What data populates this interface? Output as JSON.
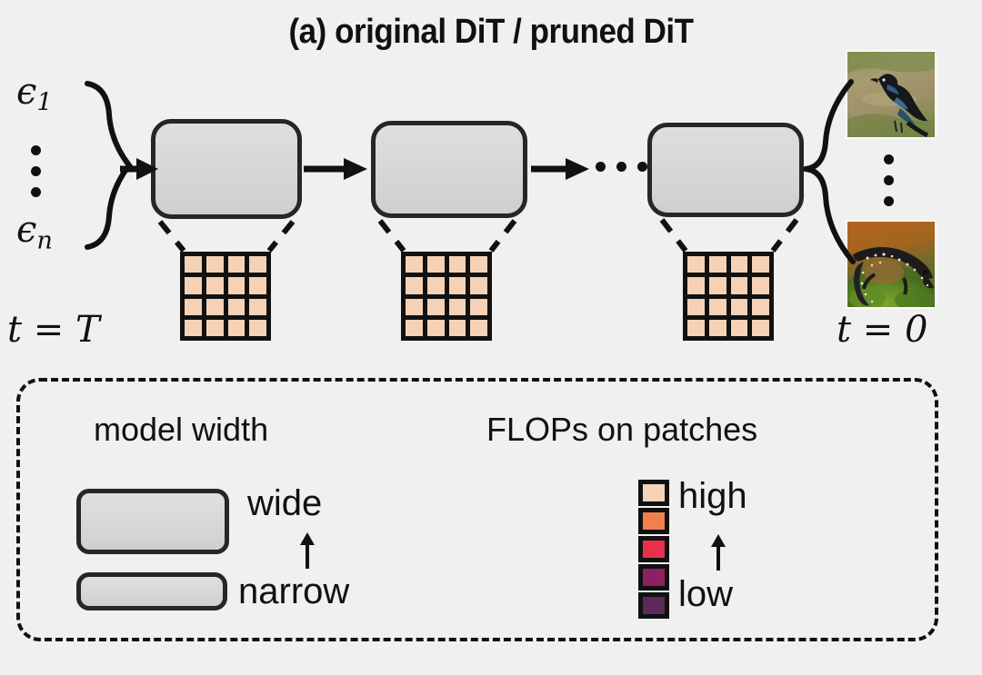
{
  "figure": {
    "title": "(a) original DiT / pruned DiT",
    "background_color": "#f0f0f0"
  },
  "pipeline": {
    "noise_inputs": {
      "first_label": "ϵ",
      "first_sub": "1",
      "last_label": "ϵ",
      "last_sub": "n",
      "ellipsis": "vertical-dots"
    },
    "timestep_start": "t = T",
    "timestep_end": "t = 0",
    "blocks": [
      {
        "name": "dit-block-1",
        "width_class": "wide"
      },
      {
        "name": "dit-block-2",
        "width_class": "wide"
      },
      {
        "name": "dit-block-3",
        "width_class": "wide"
      }
    ],
    "between_blocks_ellipsis": "horizontal-dots",
    "patch_grids": [
      {
        "name": "patch-grid-1",
        "rows": 4,
        "cols": 4,
        "cell_color": "#f5d2b5"
      },
      {
        "name": "patch-grid-2",
        "rows": 4,
        "cols": 4,
        "cell_color": "#f5d2b5"
      },
      {
        "name": "patch-grid-3",
        "rows": 4,
        "cols": 4,
        "cell_color": "#f5d2b5"
      }
    ],
    "outputs": [
      {
        "name": "generated-image-bird",
        "caption": "magpie on grass"
      },
      {
        "name": "generated-image-salamander",
        "caption": "salamander on moss"
      }
    ]
  },
  "legend": {
    "model_width": {
      "heading": "model width",
      "wide_label": "wide",
      "narrow_label": "narrow",
      "arrow": "up-arrow",
      "swatch_fill": "#d8d8d8",
      "swatch_border": "#262626"
    },
    "flops": {
      "heading": "FLOPs on patches",
      "high_label": "high",
      "low_label": "low",
      "arrow": "up-arrow",
      "colors": [
        "#f6d3b6",
        "#f0804f",
        "#e8304c",
        "#8d215f",
        "#5b2a58"
      ]
    }
  }
}
